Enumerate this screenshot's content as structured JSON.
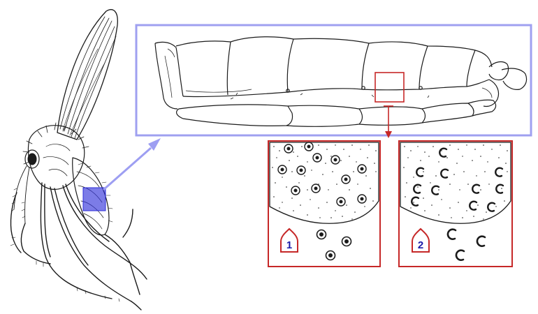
{
  "colors": {
    "abdomen_frame": "#9fa0f0",
    "highlight_fill": "#2b2bd9",
    "connector_line": "#9d9ef2",
    "detail_red": "#c62828",
    "badge_text": "#1a1aa8",
    "ink": "#1b1b1b",
    "paper": "#ffffff"
  },
  "panels": [
    {
      "id": "panel-1",
      "badge_label": "1",
      "sensilla_type": "ring-shaped"
    },
    {
      "id": "panel-2",
      "badge_label": "2",
      "sensilla_type": "hook-shaped"
    }
  ],
  "icons": {
    "badge_shape": "pointed-arch-icon",
    "connector": "arrow-icon"
  }
}
